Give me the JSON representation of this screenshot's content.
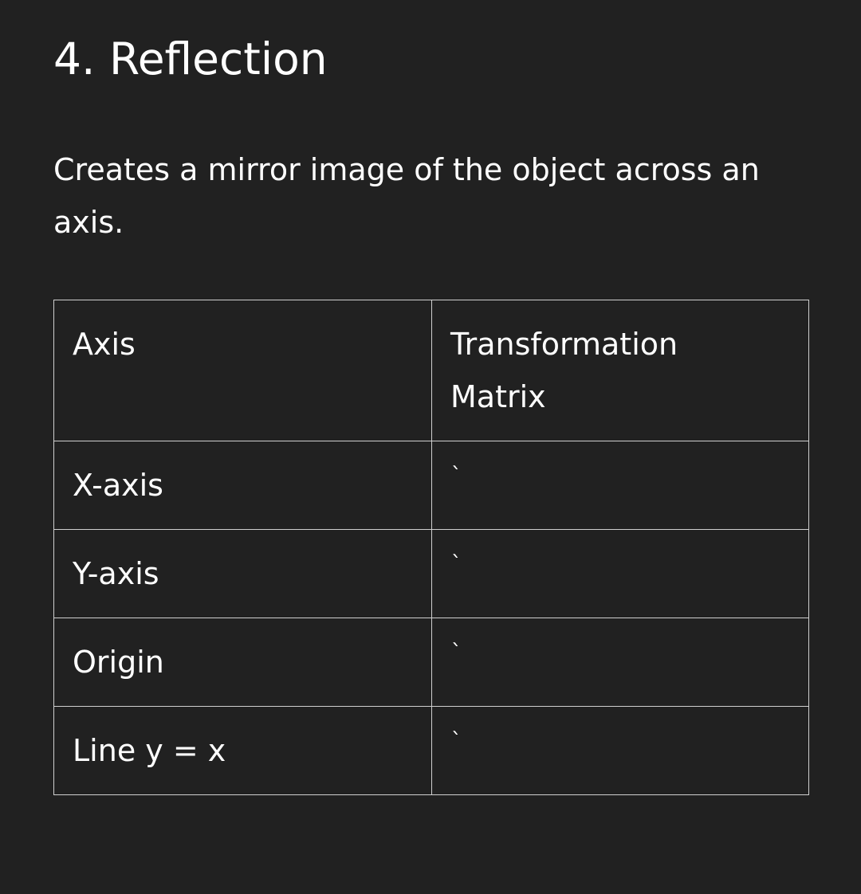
{
  "heading": "4. Reflection",
  "description": "Creates a mirror image of the object across an axis.",
  "table": {
    "headers": [
      "Axis",
      "Transformation Matrix"
    ],
    "rows": [
      {
        "axis": "X-axis",
        "matrix": "`"
      },
      {
        "axis": "Y-axis",
        "matrix": "`"
      },
      {
        "axis": "Origin",
        "matrix": "`"
      },
      {
        "axis": "Line y = x",
        "matrix": "`"
      }
    ]
  }
}
